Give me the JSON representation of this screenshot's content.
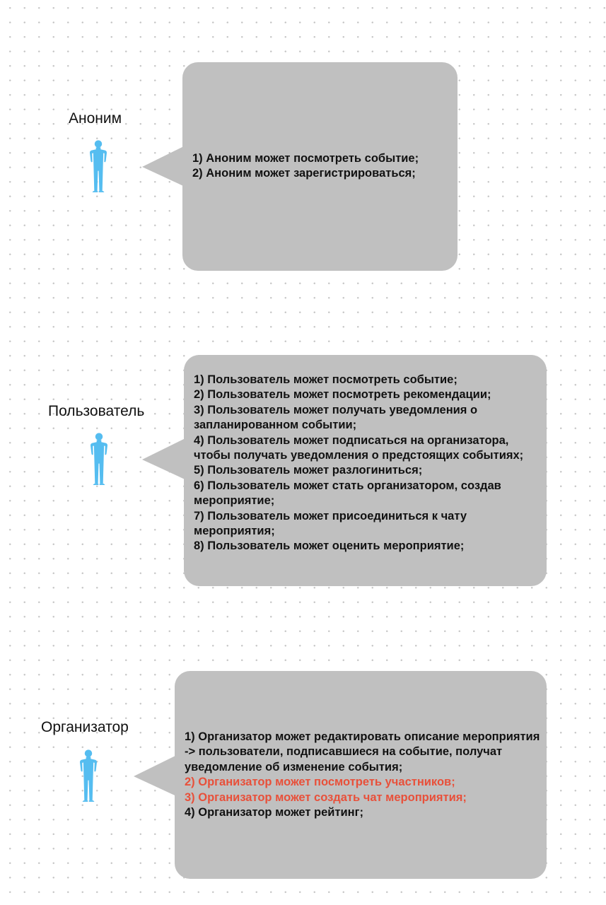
{
  "diagram": {
    "actors": [
      {
        "name": "Аноним",
        "figure_icon": "person-silhouette-icon",
        "items": [
          {
            "text": "1) Аноним может посмотреть событие;",
            "highlight": false
          },
          {
            "text": "2) Аноним может зарегистрироваться;",
            "highlight": false
          }
        ]
      },
      {
        "name": "Пользователь",
        "figure_icon": "person-silhouette-icon",
        "items": [
          {
            "text": "1) Пользователь может посмотреть событие;",
            "highlight": false
          },
          {
            "text": "2) Пользователь может посмотреть рекомендации;",
            "highlight": false
          },
          {
            "text": "3) Пользователь может получать уведомления о запланированном событии;",
            "highlight": false
          },
          {
            "text": "4) Пользователь может подписаться на организатора, чтобы получать уведомления о предстоящих событиях;",
            "highlight": false
          },
          {
            "text": "5) Пользователь может разлогиниться;",
            "highlight": false
          },
          {
            "text": "6) Пользователь может стать организатором, создав мероприятие;",
            "highlight": false
          },
          {
            "text": "7) Пользователь может присоединиться к чату мероприятия;",
            "highlight": false
          },
          {
            "text": "8) Пользователь может оценить мероприятие;",
            "highlight": false
          }
        ]
      },
      {
        "name": "Организатор",
        "figure_icon": "person-silhouette-icon",
        "items": [
          {
            "text": "1) Организатор может редактировать описание мероприятия -> пользователи, подписавшиеся на событие, получат уведомление об изменение события;",
            "highlight": false
          },
          {
            "text": "2) Организатор может посмотреть участников;",
            "highlight": true
          },
          {
            "text": "3) Организатор может создать чат мероприятия;",
            "highlight": true
          },
          {
            "text": "4) Организатор может рейтинг;",
            "highlight": false
          }
        ]
      }
    ],
    "colors": {
      "figure": "#55bdf0",
      "bubble": "#c0c0c0",
      "highlight_text": "#e8503a",
      "text": "#111111"
    }
  }
}
